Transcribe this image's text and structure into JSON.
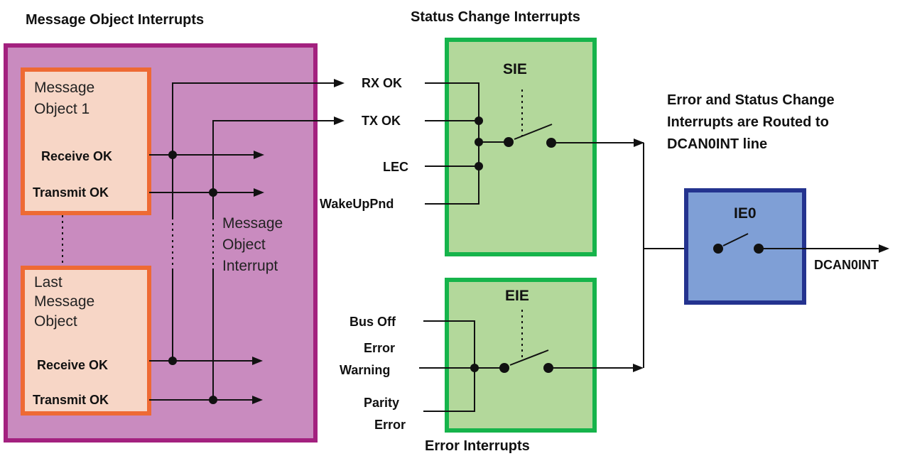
{
  "colors": {
    "message_region_fill": "#c98bbf",
    "message_region_border": "#a3217f",
    "message_object_fill": "#f7d6c6",
    "message_object_border": "#ee6a34",
    "enable_block_fill": "#b3d89b",
    "enable_block_border": "#16b44b",
    "ie0_fill": "#7f9fd6",
    "ie0_border": "#24338f",
    "line": "#111111"
  },
  "titles": {
    "message_object_interrupts": "Message Object Interrupts",
    "status_change_interrupts": "Status Change Interrupts",
    "error_interrupts": "Error Interrupts"
  },
  "routing_note": [
    "Error and Status Change",
    "Interrupts are Routed to",
    "DCAN0INT line"
  ],
  "message_object_first": {
    "name_lines": [
      "Message",
      "Object 1"
    ],
    "receive_label": "Receive OK",
    "transmit_label": "Transmit OK"
  },
  "message_object_last": {
    "name_lines": [
      "Last",
      "Message",
      "Object"
    ],
    "receive_label": "Receive OK",
    "transmit_label": "Transmit OK"
  },
  "message_object_interrupt_label": [
    "Message",
    "Object",
    "Interrupt"
  ],
  "sie": {
    "label": "SIE",
    "inputs": [
      "RX OK",
      "TX OK",
      "LEC",
      "WakeUpPnd"
    ]
  },
  "eie": {
    "label": "EIE",
    "inputs": [
      [
        "Bus Off"
      ],
      [
        "Error",
        "Warning"
      ],
      [
        "Parity",
        "Error"
      ]
    ]
  },
  "ie0": {
    "label": "IE0",
    "output": "DCAN0INT"
  }
}
